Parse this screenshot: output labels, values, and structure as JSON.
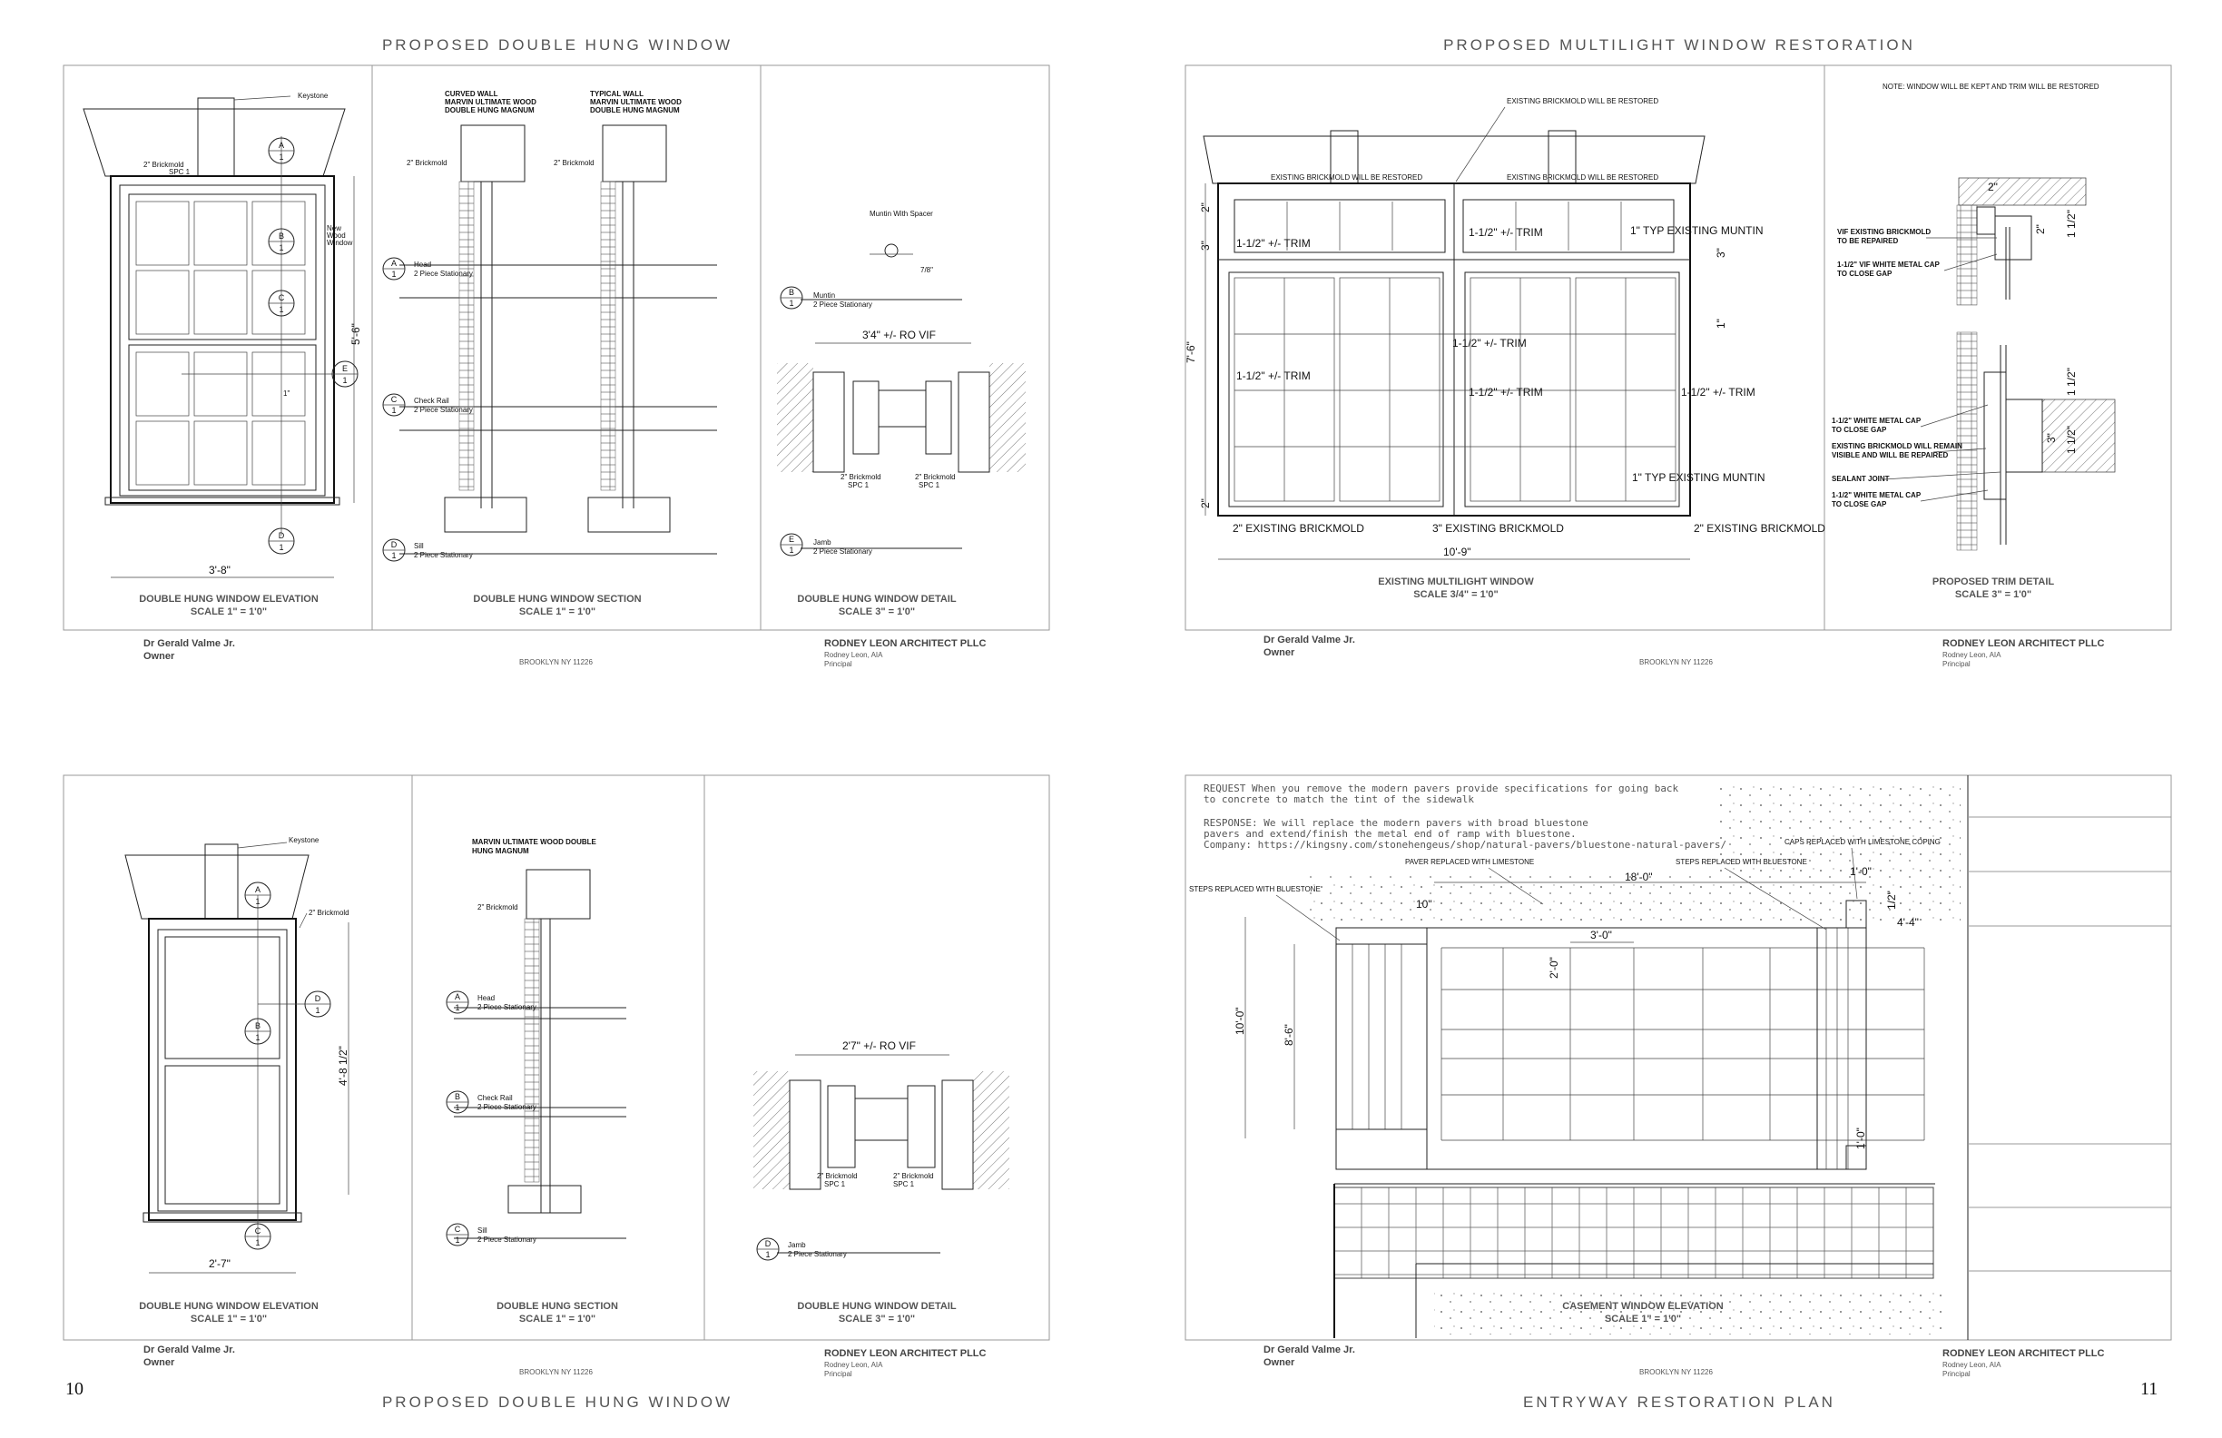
{
  "page_numbers": {
    "left": "10",
    "right": "11"
  },
  "sheets": {
    "tl": {
      "title": "PROPOSED DOUBLE HUNG WINDOW",
      "elevation": {
        "labels": {
          "keystone": "Keystone",
          "brickmold": "2\" Brickmold",
          "spc": "SPC 1",
          "new_wood_1": "New",
          "new_wood_2": "Wood",
          "new_wood_3": "Window",
          "height": "5'-6\"",
          "width": "3'-8\"",
          "one_inch": "1\""
        },
        "callouts": [
          {
            "letter": "A",
            "num": "1"
          },
          {
            "letter": "B",
            "num": "1"
          },
          {
            "letter": "C",
            "num": "1"
          },
          {
            "letter": "E",
            "num": "1"
          },
          {
            "letter": "D",
            "num": "1"
          }
        ],
        "caption": "DOUBLE HUNG WINDOW ELEVATION",
        "scale": "SCALE 1\" = 1'0\""
      },
      "section": {
        "labels": {
          "curved_1": "CURVED WALL",
          "curved_2": "MARVIN ULTIMATE WOOD",
          "curved_3": "DOUBLE HUNG MAGNUM",
          "typ_1": "TYPICAL WALL",
          "typ_2": "MARVIN ULTIMATE WOOD",
          "typ_3": "DOUBLE HUNG MAGNUM",
          "brick_left": "2\" Brickmold",
          "brick_right": "2\" Brickmold"
        },
        "callouts": [
          {
            "letter": "A",
            "num": "1",
            "name": "Head",
            "desc": "2 Piece Stationary"
          },
          {
            "letter": "C",
            "num": "1",
            "name": "Check Rail",
            "desc": "2 Piece Stationary"
          },
          {
            "letter": "D",
            "num": "1",
            "name": "Sill",
            "desc": "2 Piece Stationary"
          }
        ],
        "caption": "DOUBLE HUNG WINDOW SECTION",
        "scale": "SCALE 1\" = 1'0\""
      },
      "detail": {
        "labels": {
          "muntin_spacer": "Muntin With Spacer",
          "ro": "3'4\" +/- RO VIF",
          "brick_l": "2\" Brickmold",
          "spc_l": "SPC 1",
          "brick_r": "2\" Brickmold",
          "spc_r": "SPC 1",
          "frac": "7/8\""
        },
        "callouts": [
          {
            "letter": "B",
            "num": "1",
            "name": "Muntin",
            "desc": "2 Piece Stationary"
          },
          {
            "letter": "E",
            "num": "1",
            "name": "Jamb",
            "desc": "2 Piece Stationary"
          }
        ],
        "caption": "DOUBLE HUNG WINDOW DETAIL",
        "scale": "SCALE 3\" = 1'0\""
      }
    },
    "tr": {
      "title": "PROPOSED MULTILIGHT WINDOW RESTORATION",
      "window": {
        "labels": {
          "restored_top": "EXISTING BRICKMOLD WILL BE RESTORED",
          "restored_l": "EXISTING BRICKMOLD WILL BE RESTORED",
          "restored_r": "EXISTING BRICKMOLD WILL BE RESTORED",
          "trim1": "1-1/2\" +/-  TRIM",
          "trim2": "1-1/2\" +/-  TRIM",
          "trim3": "1-1/2\" +/- TRIM",
          "trim4": "1-1/2\" +/- TRIM",
          "trim5": "1-1/2\" +/- TRIM",
          "trim6": "1-1/2\" +/- TRIM",
          "muntin1": "1\" TYP EXISTING MUNTIN",
          "muntin2": "1\" TYP EXISTING MUNTIN",
          "eb_l": "2\" EXISTING BRICKMOLD",
          "eb_c": "3\" EXISTING BRICKMOLD",
          "eb_r": "2\" EXISTING BRICKMOLD",
          "w": "10'-9\"",
          "h": "7'-6\"",
          "d2a": "2\"",
          "d3": "3\"",
          "d2b": "2\"",
          "d3r": "3\"",
          "d1r": "1\""
        },
        "caption": "EXISTING MULTILIGHT WINDOW",
        "scale": "SCALE 3/4\" = 1'0\""
      },
      "trim": {
        "labels": {
          "note": "NOTE: WINDOW WILL BE KEPT AND TRIM WILL BE RESTORED",
          "vif_1": "VIF EXISTING BRICKMOLD",
          "vif_2": "TO BE REPAIRED",
          "cap_1": "1-1/2\" VIF WHITE METAL CAP",
          "cap_2": "TO CLOSE  GAP",
          "wcap_1": "1-1/2\" WHITE METAL CAP",
          "wcap_2": "TO CLOSE  GAP",
          "remain_1": "EXISTING BRICKMOLD WILL REMAIN",
          "remain_2": "VISIBLE AND WILL BE REPAIRED",
          "sealant": "SEALANT JOINT",
          "wcap2_1": "1-1/2\" WHITE METAL CAP",
          "wcap2_2": "TO CLOSE  GAP",
          "d2": "2\"",
          "d2v": "2\"",
          "d112a": "1 1/2\"",
          "d112b": "1 1/2\"",
          "d3": "3\"",
          "d112c": "1 1/2\""
        },
        "caption": "PROPOSED TRIM DETAIL",
        "scale": "SCALE 3\" = 1'0\""
      }
    },
    "bl": {
      "title": "PROPOSED DOUBLE HUNG WINDOW",
      "elevation": {
        "labels": {
          "keystone": "Keystone",
          "brickmold": "2\" Brickmold",
          "height": "4'-8 1/2\"",
          "width": "2'-7\""
        },
        "callouts": [
          {
            "letter": "A",
            "num": "1"
          },
          {
            "letter": "B",
            "num": "1"
          },
          {
            "letter": "D",
            "num": "1"
          },
          {
            "letter": "C",
            "num": "1"
          }
        ],
        "caption": "DOUBLE HUNG WINDOW ELEVATION",
        "scale": "SCALE 1\" = 1'0\""
      },
      "section": {
        "labels": {
          "marvin_1": "MARVIN ULTIMATE WOOD DOUBLE",
          "marvin_2": "HUNG MAGNUM",
          "brick": "2\" Brickmold"
        },
        "callouts": [
          {
            "letter": "A",
            "num": "1",
            "name": "Head",
            "desc": "2 Piece Stationary"
          },
          {
            "letter": "B",
            "num": "1",
            "name": "Check Rail",
            "desc": "2 Piece Stationary"
          },
          {
            "letter": "C",
            "num": "1",
            "name": "Sill",
            "desc": "2 Piece Stationary"
          }
        ],
        "caption": "DOUBLE HUNG SECTION",
        "scale": "SCALE 1\" = 1'0\""
      },
      "detail": {
        "labels": {
          "ro": "2'7\" +/- RO VIF",
          "brick_l": "2\" Brickmold",
          "spc_l": "SPC 1",
          "brick_r": "2\" Brickmold",
          "spc_r": "SPC 1"
        },
        "callouts": [
          {
            "letter": "D",
            "num": "1",
            "name": "Jamb",
            "desc": "2 Piece Stationary"
          }
        ],
        "caption": "DOUBLE HUNG WINDOW DETAIL",
        "scale": "SCALE 3\" = 1'0\""
      }
    },
    "br": {
      "title": "ENTRYWAY RESTORATION PLAN",
      "request_1": "REQUEST When you remove the modern pavers provide specifications for going back",
      "request_2": "to concrete to match the tint of the sidewalk",
      "response_1": "RESPONSE: We will replace the modern pavers with broad bluestone",
      "response_2": "pavers and extend/finish the metal end of ramp with bluestone.",
      "company": "Company: https://kingsny.com/stonehengeus/shop/natural-pavers/bluestone-natural-pavers/",
      "labels": {
        "steps_l": "STEPS REPLACED WITH BLUESTONE",
        "paver": "PAVER REPLACED WITH LIMESTONE",
        "steps_r": "STEPS REPLACED WITH BLUESTONE",
        "caps": "CAPS REPLACED WITH LIMESTONE COPING",
        "d18": "18'-0\"",
        "d10in": "10\"",
        "d30": "3'-0\"",
        "d20": "2'-0\"",
        "d100": "10'-0\"",
        "d86": "8'-6\"",
        "d10": "1'-0\"",
        "d12": "1/2\"",
        "d44": "4'-4\"",
        "d10b": "1'-0\""
      },
      "caption": "CASEMENT WINDOW ELEVATION",
      "scale": "SCALE 1\" = 1'0\""
    }
  },
  "title_block": {
    "owner_name": "Dr Gerald Valme Jr.",
    "owner_role": "Owner",
    "city": "BROOKLYN NY 11226",
    "firm": "RODNEY LEON ARCHITECT PLLC",
    "architect": "Rodney Leon, AIA",
    "architect_role": "Principal"
  }
}
